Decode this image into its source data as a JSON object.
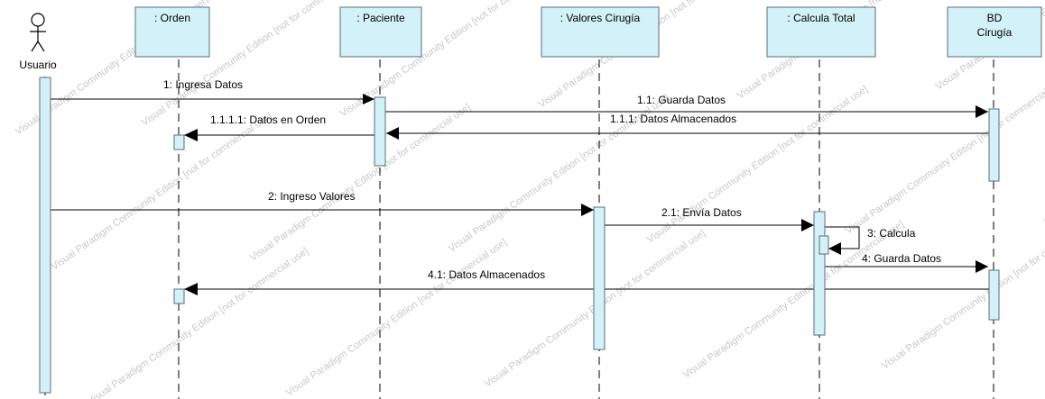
{
  "diagram": {
    "type": "uml-sequence",
    "colors": {
      "participant_fill": "#d3f1f8",
      "participant_border": "#5a6e74",
      "activation_fill": "#d3f1f8",
      "line": "#000000",
      "watermark": "#9a9a9a"
    },
    "actor": {
      "label": "Usuario"
    },
    "participants": [
      {
        "id": "orden",
        "label": ": Orden"
      },
      {
        "id": "paciente",
        "label": ": Paciente"
      },
      {
        "id": "valores",
        "label": ": Valores Cirugía"
      },
      {
        "id": "calcula",
        "label": ": Calcula Total"
      },
      {
        "id": "bd",
        "label_line1": "BD",
        "label_line2": "Cirugía"
      }
    ],
    "messages": [
      {
        "id": "m1",
        "label": "1: Ingresa Datos",
        "from": "Usuario",
        "to": ": Paciente",
        "kind": "call"
      },
      {
        "id": "m11",
        "label": "1.1: Guarda Datos",
        "from": ": Paciente",
        "to": "BD Cirugía",
        "kind": "call"
      },
      {
        "id": "m111",
        "label": "1.1.1: Datos Almacenados",
        "from": "BD Cirugía",
        "to": ": Paciente",
        "kind": "call"
      },
      {
        "id": "m1111",
        "label": "1.1.1.1: Datos en Orden",
        "from": ": Paciente",
        "to": ": Orden",
        "kind": "call"
      },
      {
        "id": "m2",
        "label": "2: Ingreso Valores",
        "from": "Usuario",
        "to": ": Valores Cirugía",
        "kind": "call"
      },
      {
        "id": "m21",
        "label": "2.1: Envía Datos",
        "from": ": Valores Cirugía",
        "to": ": Calcula Total",
        "kind": "call"
      },
      {
        "id": "m3",
        "label": "3: Calcula",
        "from": ": Calcula Total",
        "to": ": Calcula Total",
        "kind": "self"
      },
      {
        "id": "m4",
        "label": "4: Guarda Datos",
        "from": ": Calcula Total",
        "to": "BD Cirugía",
        "kind": "call"
      },
      {
        "id": "m41",
        "label": "4.1: Datos Almacenados",
        "from": "BD Cirugía",
        "to": ": Orden",
        "kind": "call"
      }
    ],
    "watermark": "Visual Paradigm Community Edition [not for commercial use]"
  }
}
